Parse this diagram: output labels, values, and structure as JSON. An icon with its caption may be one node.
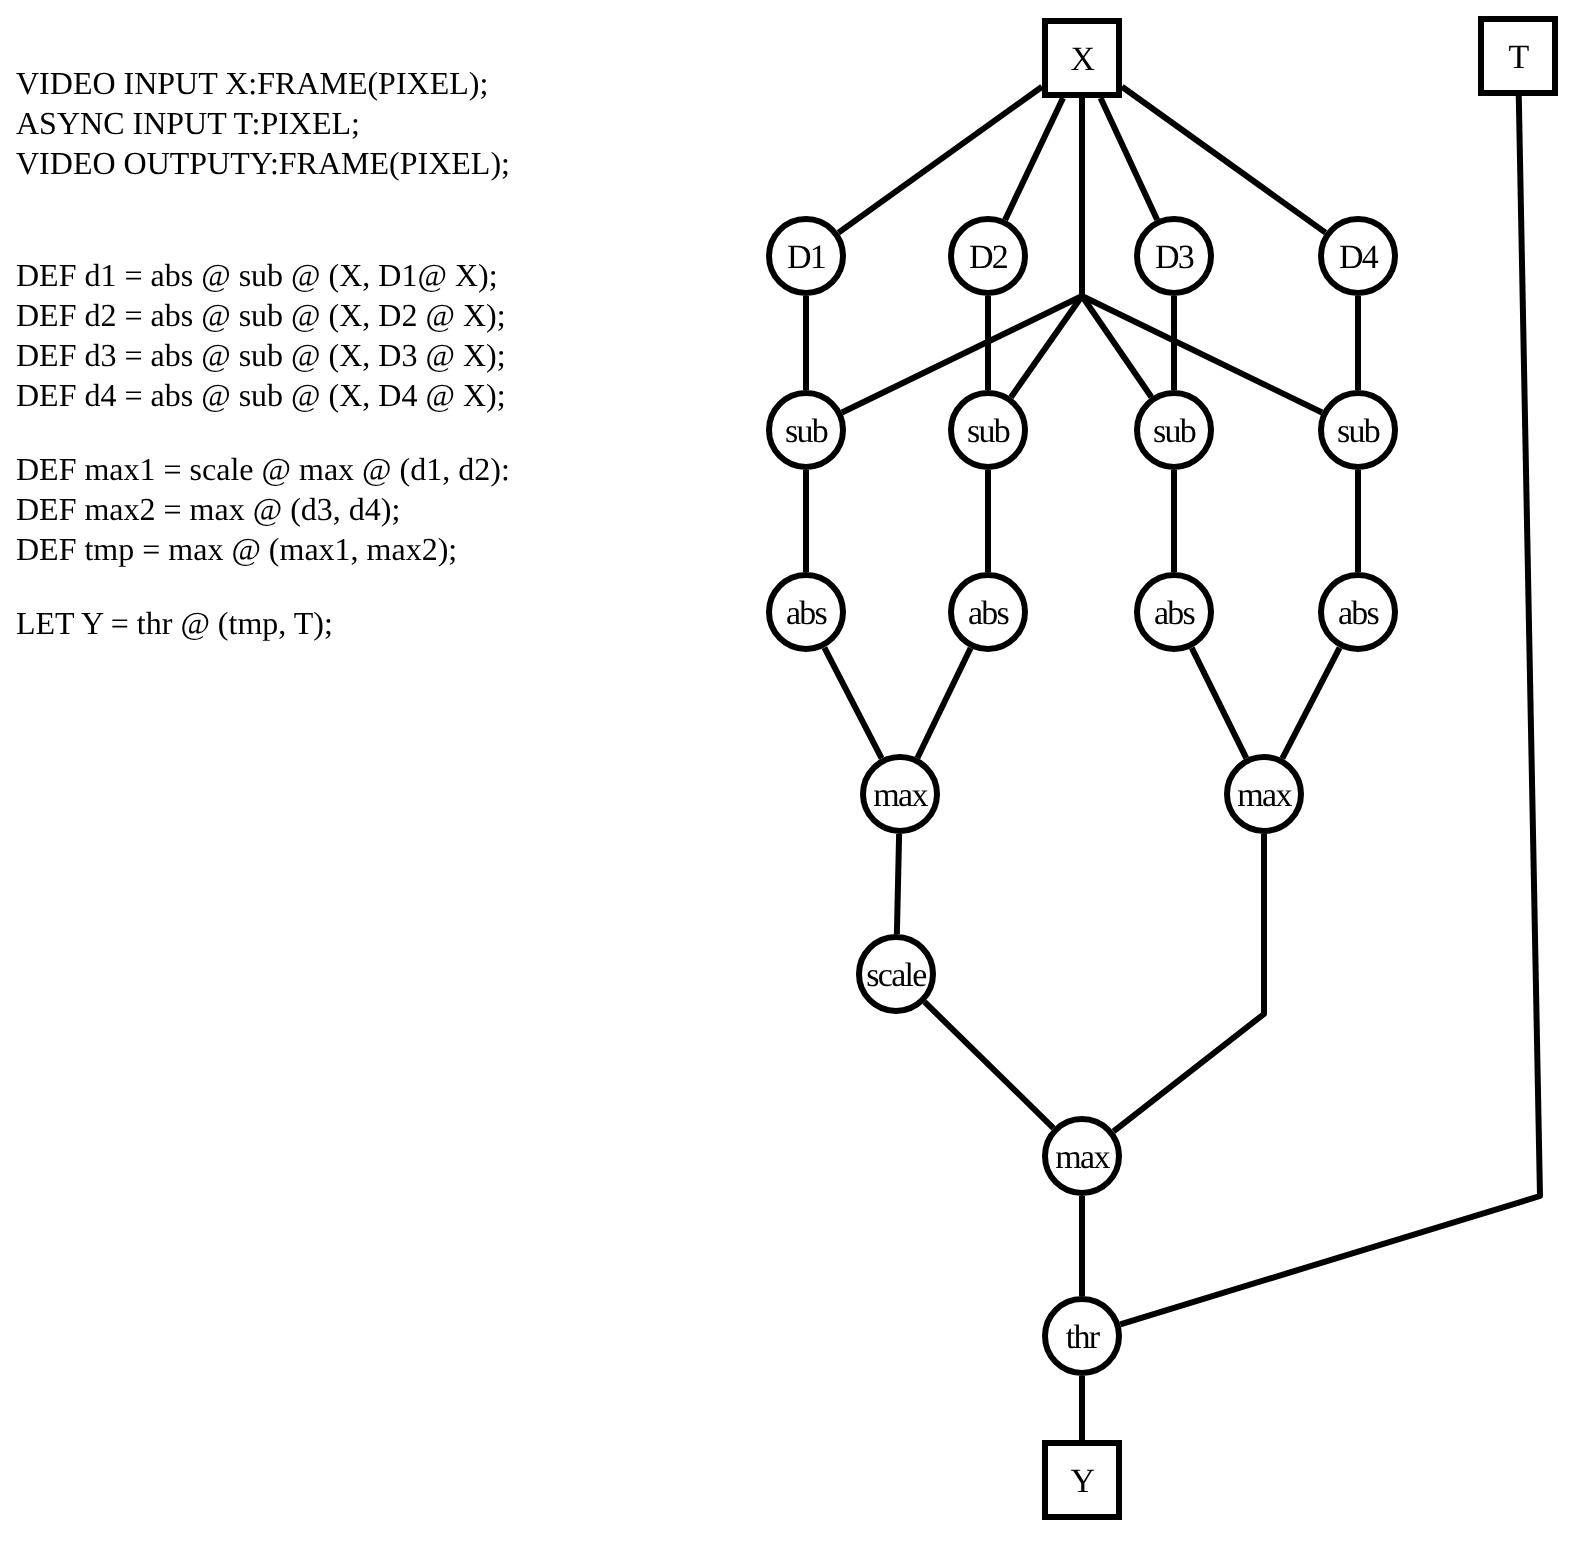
{
  "diagram": {
    "nodes": [
      {
        "text": [
          "X"
        ]
      },
      {
        "text": [
          "T"
        ]
      },
      {
        "text": [
          "D1"
        ]
      },
      {
        "text": [
          "D2"
        ]
      },
      {
        "text": [
          "D3"
        ]
      },
      {
        "text": [
          "D4"
        ]
      },
      {
        "text": [
          "sub"
        ]
      },
      {
        "text": [
          "sub"
        ]
      },
      {
        "text": [
          "sub"
        ]
      },
      {
        "text": [
          "sub"
        ]
      },
      {
        "text": [
          "abs"
        ]
      },
      {
        "text": [
          "abs"
        ]
      },
      {
        "text": [
          "abs"
        ]
      },
      {
        "text": [
          "abs"
        ]
      },
      {
        "text": [
          "max"
        ]
      },
      {
        "text": [
          "max"
        ]
      },
      {
        "text": [
          "scale"
        ]
      },
      {
        "text": [
          "max"
        ]
      },
      {
        "text": [
          "thr"
        ]
      },
      {
        "text": [
          "Y"
        ]
      }
    ],
    "edges": [
      {
        "from": 0,
        "to": 2,
        "arrow": "none"
      },
      {
        "from": 0,
        "to": 3,
        "arrow": "none"
      },
      {
        "from": 0,
        "to": 4,
        "arrow": "none"
      },
      {
        "from": 0,
        "to": 5,
        "arrow": "none"
      },
      {
        "from": 0,
        "to": 6,
        "arrow": "none"
      },
      {
        "from": 0,
        "to": 7,
        "arrow": "none"
      },
      {
        "from": 0,
        "to": 8,
        "arrow": "none"
      },
      {
        "from": 0,
        "to": 9,
        "arrow": "none"
      },
      {
        "from": 2,
        "to": 6,
        "arrow": "none"
      },
      {
        "from": 3,
        "to": 7,
        "arrow": "none"
      },
      {
        "from": 4,
        "to": 8,
        "arrow": "none"
      },
      {
        "from": 5,
        "to": 9,
        "arrow": "none"
      },
      {
        "from": 6,
        "to": 10,
        "arrow": "none"
      },
      {
        "from": 7,
        "to": 11,
        "arrow": "none"
      },
      {
        "from": 8,
        "to": 12,
        "arrow": "none"
      },
      {
        "from": 9,
        "to": 13,
        "arrow": "none"
      },
      {
        "from": 10,
        "to": 14,
        "arrow": "none"
      },
      {
        "from": 11,
        "to": 14,
        "arrow": "none"
      },
      {
        "from": 12,
        "to": 15,
        "arrow": "none"
      },
      {
        "from": 13,
        "to": 15,
        "arrow": "none"
      },
      {
        "from": 14,
        "to": 16,
        "arrow": "none"
      },
      {
        "from": 16,
        "to": 17,
        "arrow": "none"
      },
      {
        "from": 15,
        "to": 17,
        "arrow": "none"
      },
      {
        "from": 17,
        "to": 18,
        "arrow": "none"
      },
      {
        "from": 1,
        "to": 18,
        "arrow": "none"
      },
      {
        "from": 18,
        "to": 19,
        "arrow": "none"
      }
    ],
    "labels": [
      "VIDEO INPUT X:FRAME(PIXEL);",
      "ASYNC INPUT T:PIXEL;",
      "VIDEO OUTPUTY:FRAME(PIXEL);",
      "DEF d1 = abs @ sub @ (X, D1@ X);",
      "DEF d2 = abs @ sub @ (X, D2 @ X);",
      "DEF d3 = abs @ sub @ (X, D3 @ X);",
      "DEF d4 = abs @ sub @ (X, D4 @ X);",
      "DEF max1 = scale @ max @ (d1, d2):",
      "DEF max2 = max @ (d3, d4);",
      "DEF tmp = max @ (max1, max2);",
      "LET Y = thr @ (tmp, T);"
    ]
  }
}
